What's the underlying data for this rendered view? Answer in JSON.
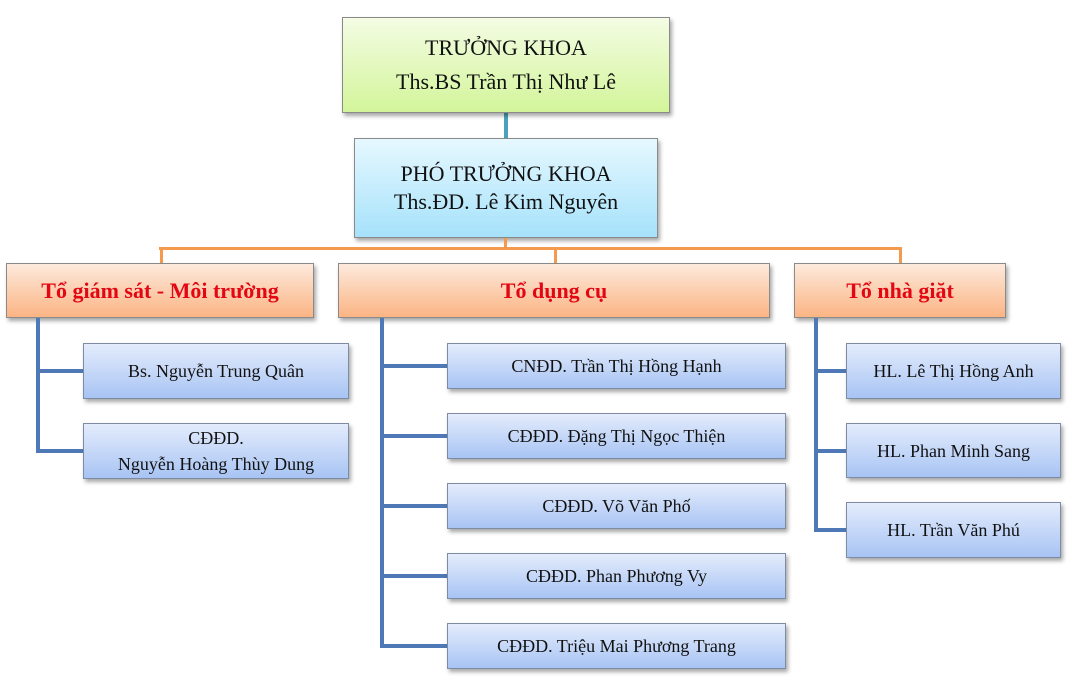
{
  "head": {
    "title": "TRƯỞNG KHOA",
    "name": "Ths.BS Trần Thị Như Lê"
  },
  "deputy": {
    "title": "PHÓ TRƯỞNG KHOA",
    "name": "Ths.ĐD. Lê Kim Nguyên"
  },
  "groups": [
    {
      "label": "Tổ giám sát - Môi trường",
      "members": [
        [
          "Bs. Nguyễn Trung Quân"
        ],
        [
          "CĐĐD.",
          "Nguyễn Hoàng Thùy Dung"
        ]
      ]
    },
    {
      "label": "Tổ dụng cụ",
      "members": [
        [
          "CNĐD. Trần Thị Hồng Hạnh"
        ],
        [
          "CĐĐD. Đặng Thị Ngọc Thiện"
        ],
        [
          "CĐĐD. Võ Văn Phố"
        ],
        [
          "CĐĐD. Phan Phương Vy"
        ],
        [
          "CĐĐD. Triệu Mai Phương Trang"
        ]
      ]
    },
    {
      "label": "Tổ nhà giặt",
      "members": [
        [
          "HL. Lê Thị Hồng Anh"
        ],
        [
          "HL. Phan Minh Sang"
        ],
        [
          "HL. Trần Văn Phú"
        ]
      ]
    }
  ],
  "colors": {
    "group_text": "#e30613",
    "connector_blue": "#4f79b6",
    "connector_orange": "#f39a4c"
  }
}
